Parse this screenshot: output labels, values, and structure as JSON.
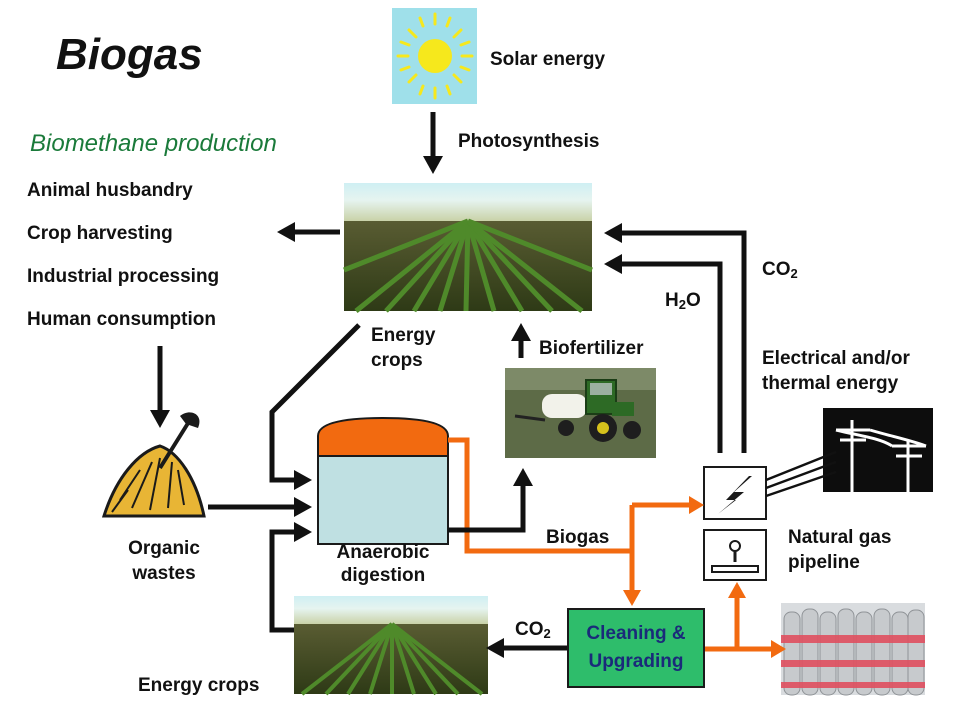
{
  "title": "Biogas",
  "subtitle": "Biomethane production",
  "uses": [
    "Animal husbandry",
    "Crop harvesting",
    "Industrial processing",
    "Human consumption"
  ],
  "labels": {
    "solar": "Solar energy",
    "photosynthesis": "Photosynthesis",
    "energy_crops_top_1": "Energy",
    "energy_crops_top_2": "crops",
    "biofertilizer": "Biofertilizer",
    "co2_top_main": "CO",
    "co2_top_sub": "2",
    "h2o_h": "H",
    "h2o_sub": "2",
    "h2o_o": "O",
    "electrical_1": "Electrical and/or",
    "electrical_2": "thermal energy",
    "organic_1": "Organic",
    "organic_2": "wastes",
    "anaerobic_1": "Anaerobic",
    "anaerobic_2": "digestion",
    "biogas": "Biogas",
    "natural_gas_1": "Natural gas",
    "natural_gas_2": "pipeline",
    "co2_bottom_main": "CO",
    "co2_bottom_sub": "2",
    "cleaning_1": "Cleaning &",
    "cleaning_2": "Upgrading",
    "energy_crops_bottom": "Energy crops"
  },
  "colors": {
    "biogas_flow": "#f26a10",
    "digester_top": "#f26a10",
    "digester_body": "#bfe0e2",
    "cleaning_box": "#2ebd6b",
    "subtitle": "#1a7a3a",
    "sky": "#9fe0ea",
    "sun": "#f6e81c"
  }
}
